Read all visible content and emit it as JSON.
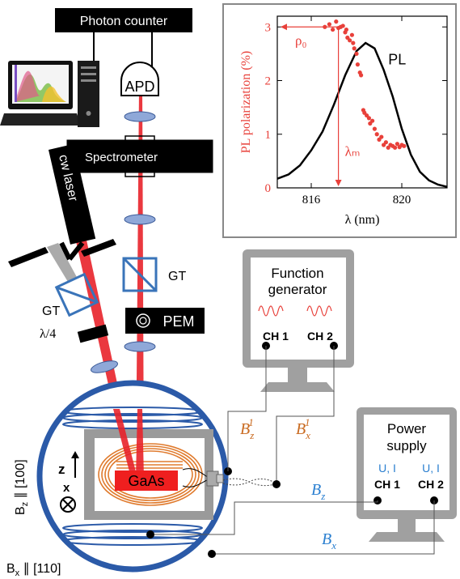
{
  "colors": {
    "laser": "#e8222a",
    "optics": "#3a74b9",
    "lens": "#8fa8d8",
    "pl_points": "#e8403a",
    "gray_frame": "#9a9a9a",
    "coil": "#2b5aa8",
    "wire_orange": "#c96a20",
    "label_blue": "#2a7fd0"
  },
  "labels": {
    "photon_counter": "Photon counter",
    "apd": "APD",
    "spectrometer": "Spectrometer",
    "cw_laser": "cw laser",
    "gt_left": "GT",
    "gt_right": "GT",
    "pem": "PEM",
    "quarter_wave": "λ/4",
    "gaas": "GaAs",
    "bz_axis": "B",
    "bz_axis_sub": "z",
    "bz_axis_dir": " ∥ [100]",
    "bx_axis": "B",
    "bx_axis_sub": "x",
    "bx_axis_dir": " ∥ [110]",
    "z_label": "z",
    "x_label": "x"
  },
  "function_generator": {
    "title_line1": "Function",
    "title_line2": "generator",
    "ch1": "CH 1",
    "ch2": "CH 2",
    "bz1_main": "B",
    "bz1_sub": "z",
    "bz1_sup": "1",
    "bx1_main": "B",
    "bx1_sub": "x",
    "bx1_sup": "1"
  },
  "power_supply": {
    "title_line1": "Power",
    "title_line2": "supply",
    "ch1_ui": "U, I",
    "ch2_ui": "U, I",
    "ch1": "CH 1",
    "ch2": "CH 2",
    "bz_main": "B",
    "bz_sub": "z",
    "bx_main": "B",
    "bx_sub": "x"
  },
  "chart_data": {
    "type": "scatter",
    "xlabel": "λ (nm)",
    "ylabel": "PL polarization (%)",
    "xlim": [
      814.5,
      822
    ],
    "ylim": [
      0,
      3.2
    ],
    "xticks": [
      "816",
      "820"
    ],
    "yticks": [
      "0",
      "1",
      "2",
      "3"
    ],
    "series": [
      {
        "name": "",
        "type": "scatter",
        "x": [
          816.6,
          816.8,
          816.95,
          817.1,
          817.2,
          817.3,
          817.4,
          817.5,
          817.55,
          817.6,
          817.7,
          817.8,
          817.85,
          817.9,
          818.0,
          818.05,
          818.15,
          818.2,
          818.3,
          818.35,
          818.45,
          818.55,
          818.6,
          818.7,
          818.8,
          818.9,
          819.0,
          819.1,
          819.2,
          819.3,
          819.4,
          819.5,
          819.6,
          819.7,
          819.8,
          819.9,
          820.0,
          820.1
        ],
        "y": [
          3.0,
          3.05,
          2.95,
          3.1,
          2.98,
          3.0,
          3.02,
          2.9,
          2.95,
          2.8,
          2.75,
          2.85,
          2.7,
          2.6,
          2.5,
          2.3,
          2.15,
          2.1,
          1.45,
          1.4,
          1.35,
          1.3,
          1.2,
          1.25,
          1.1,
          1.0,
          0.9,
          0.95,
          0.8,
          0.85,
          0.75,
          0.8,
          0.78,
          0.75,
          0.82,
          0.76,
          0.8,
          0.78
        ]
      },
      {
        "name": "PL",
        "type": "line",
        "x": [
          814.5,
          815,
          815.5,
          816,
          816.5,
          817,
          817.5,
          818,
          818.4,
          818.8,
          819.2,
          819.6,
          820,
          820.4,
          820.8,
          821.2,
          821.6,
          822
        ],
        "y": [
          0.17,
          0.25,
          0.42,
          0.7,
          1.05,
          1.55,
          2.1,
          2.55,
          2.7,
          2.6,
          2.2,
          1.7,
          1.1,
          0.62,
          0.3,
          0.14,
          0.06,
          0.02
        ]
      }
    ],
    "annotations": [
      {
        "text": "ρ₀",
        "value": 3.0
      },
      {
        "text": "λₘ",
        "value": 817.2
      },
      {
        "text": "PL"
      }
    ]
  }
}
